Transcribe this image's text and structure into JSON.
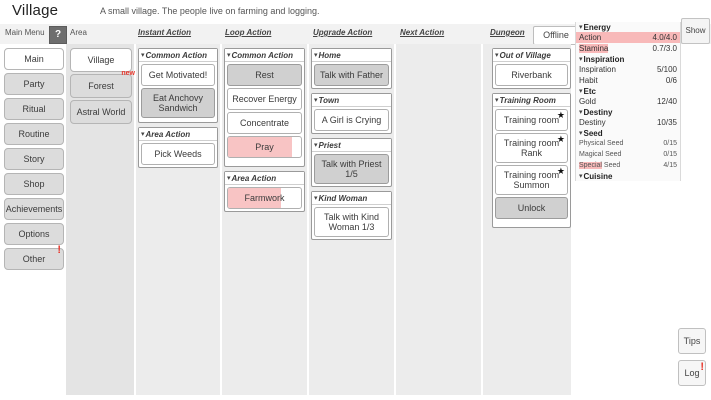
{
  "header": {
    "title": "Village",
    "description": "A small village. The people live on farming and logging."
  },
  "columns": {
    "main_menu_label": "Main Menu",
    "help_label": "?",
    "area_label": "Area",
    "instant_action_label": "Instant Action",
    "loop_action_label": "Loop Action",
    "upgrade_action_label": "Upgrade Action",
    "next_action_label": "Next Action",
    "dungeon_label": "Dungeon",
    "offline_label": "Offline",
    "show_label": "Show"
  },
  "main_menu": {
    "items": [
      {
        "label": "Main",
        "active": true,
        "badge": ""
      },
      {
        "label": "Party",
        "active": false,
        "badge": ""
      },
      {
        "label": "Ritual",
        "active": false,
        "badge": ""
      },
      {
        "label": "Routine",
        "active": false,
        "badge": ""
      },
      {
        "label": "Story",
        "active": false,
        "badge": ""
      },
      {
        "label": "Shop",
        "active": false,
        "badge": ""
      },
      {
        "label": "Achievements",
        "active": false,
        "badge": ""
      },
      {
        "label": "Options",
        "active": false,
        "badge": ""
      },
      {
        "label": "Other",
        "active": false,
        "badge": "!"
      }
    ]
  },
  "area": {
    "items": [
      {
        "label": "Village",
        "active": true,
        "badge": ""
      },
      {
        "label": "Forest",
        "active": false,
        "badge": "new"
      },
      {
        "label": "Astral World",
        "active": false,
        "badge": ""
      }
    ]
  },
  "instant_action": {
    "groups": [
      {
        "title": "Common Action",
        "buttons": [
          {
            "label": "Get Motivated!",
            "style": "white",
            "fill": 0,
            "star": false
          },
          {
            "label": "Eat Anchovy Sandwich",
            "style": "grey",
            "fill": 0,
            "star": false
          }
        ]
      },
      {
        "title": "Area Action",
        "buttons": [
          {
            "label": "Pick Weeds",
            "style": "white",
            "fill": 0,
            "star": false
          }
        ]
      }
    ]
  },
  "loop_action": {
    "groups": [
      {
        "title": "Common Action",
        "buttons": [
          {
            "label": "Rest",
            "style": "grey",
            "fill": 0,
            "star": false
          },
          {
            "label": "Recover Energy",
            "style": "white",
            "fill": 0,
            "star": false
          },
          {
            "label": "Concentrate",
            "style": "white",
            "fill": 0,
            "star": false
          },
          {
            "label": "Pray",
            "style": "white",
            "fill": 88,
            "star": false
          }
        ]
      },
      {
        "title": "Area Action",
        "buttons": [
          {
            "label": "Farmwork",
            "style": "white",
            "fill": 72,
            "star": false
          }
        ]
      }
    ]
  },
  "upgrade_action": {
    "groups": [
      {
        "title": "Home",
        "buttons": [
          {
            "label": "Talk with Father",
            "style": "grey",
            "fill": 0,
            "star": false
          }
        ]
      },
      {
        "title": "Town",
        "buttons": [
          {
            "label": "A Girl is Crying",
            "style": "white",
            "fill": 0,
            "star": false
          }
        ]
      },
      {
        "title": "Priest",
        "buttons": [
          {
            "label": "Talk with Priest 1/5",
            "style": "grey",
            "fill": 0,
            "star": false
          }
        ]
      },
      {
        "title": "Kind Woman",
        "buttons": [
          {
            "label": "Talk with Kind Woman 1/3",
            "style": "white",
            "fill": 0,
            "star": false
          }
        ]
      }
    ]
  },
  "next_action": {
    "groups": []
  },
  "dungeon": {
    "groups": [
      {
        "title": "Out of Village",
        "buttons": [
          {
            "label": "Riverbank",
            "style": "white",
            "fill": 0,
            "star": false
          }
        ]
      },
      {
        "title": "Training Room",
        "buttons": [
          {
            "label": "Training room",
            "style": "white",
            "fill": 0,
            "star": true
          },
          {
            "label": "Training room Rank",
            "style": "white",
            "fill": 0,
            "star": true
          },
          {
            "label": "Training room Summon",
            "style": "white",
            "fill": 0,
            "star": true
          },
          {
            "label": "Unlock",
            "style": "grey",
            "fill": 0,
            "star": false
          }
        ]
      }
    ]
  },
  "status": {
    "sections": [
      {
        "category": "Energy",
        "rows": [
          {
            "name": "Action",
            "value": "4.0/4.0",
            "highlight": true,
            "small": false,
            "mark": false
          },
          {
            "name": "Stamina",
            "value": "0.7/3.0",
            "highlight": false,
            "small": false,
            "mark": true
          }
        ]
      },
      {
        "category": "Inspiration",
        "rows": [
          {
            "name": "Inspiration",
            "value": "5/100",
            "highlight": false,
            "small": false,
            "mark": false
          },
          {
            "name": "Habit",
            "value": "0/6",
            "highlight": false,
            "small": false,
            "mark": false
          }
        ]
      },
      {
        "category": "Etc",
        "rows": [
          {
            "name": "Gold",
            "value": "12/40",
            "highlight": false,
            "small": false,
            "mark": false
          }
        ]
      },
      {
        "category": "Destiny",
        "rows": [
          {
            "name": "Destiny",
            "value": "10/35",
            "highlight": false,
            "small": false,
            "mark": false
          }
        ]
      },
      {
        "category": "Seed",
        "rows": [
          {
            "name": "Physical Seed",
            "value": "0/15",
            "highlight": false,
            "small": true,
            "mark": false
          },
          {
            "name": "Magical Seed",
            "value": "0/15",
            "highlight": false,
            "small": true,
            "mark": false
          },
          {
            "name": "Special Seed",
            "value": "4/15",
            "highlight": false,
            "small": true,
            "mark": true
          }
        ]
      },
      {
        "category": "Cuisine",
        "rows": []
      }
    ]
  },
  "side_buttons": {
    "tips_label": "Tips",
    "log_label": "Log",
    "log_badge": "!"
  },
  "colors": {
    "accent_pink": "#f8b9b9",
    "fill_pink": "#f8c4c4",
    "badge_red": "#e8392e",
    "panel_bg": "#ececec",
    "area_bg": "#e4e4e4"
  }
}
